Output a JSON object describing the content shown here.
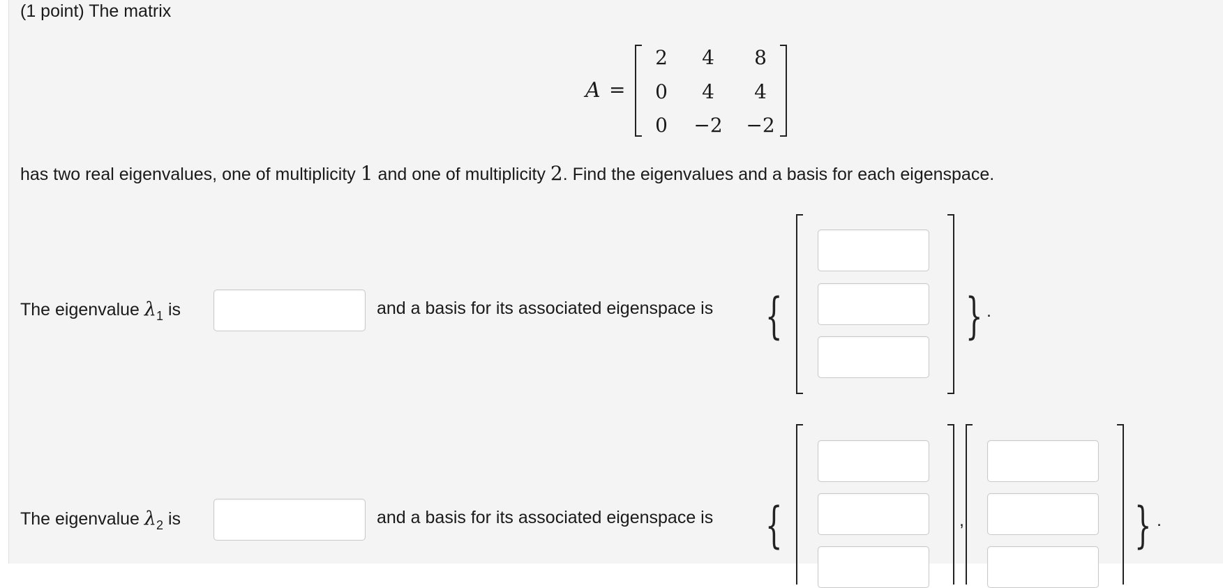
{
  "problem": {
    "intro": "(1 point) The matrix",
    "matrix_lhs": "A",
    "equals": "=",
    "matrix": [
      [
        "2",
        "4",
        "8"
      ],
      [
        "0",
        "4",
        "4"
      ],
      [
        "0",
        "−2",
        "−2"
      ]
    ],
    "statement": {
      "part1": "has two real eigenvalues, one of multiplicity ",
      "m1": "1",
      "part2": " and one of multiplicity ",
      "m2": "2",
      "part3": ". Find the eigenvalues and a basis for each eigenspace."
    }
  },
  "question1": {
    "prefix": "The eigenvalue ",
    "lambda": "λ",
    "subscript": "1",
    "suffix": " is",
    "basis_text": "and a basis for its associated eigenspace is",
    "open_brace": "{",
    "close_brace": "}",
    "period": ".",
    "eigenvalue_value": "",
    "vector1": [
      "",
      "",
      ""
    ]
  },
  "question2": {
    "prefix": "The eigenvalue ",
    "lambda": "λ",
    "subscript": "2",
    "suffix": " is",
    "basis_text": "and a basis for its associated eigenspace is",
    "open_brace": "{",
    "close_brace": "}",
    "separator": ",",
    "period": ".",
    "eigenvalue_value": "",
    "vector1": [
      "",
      "",
      ""
    ],
    "vector2": [
      "",
      "",
      ""
    ]
  }
}
